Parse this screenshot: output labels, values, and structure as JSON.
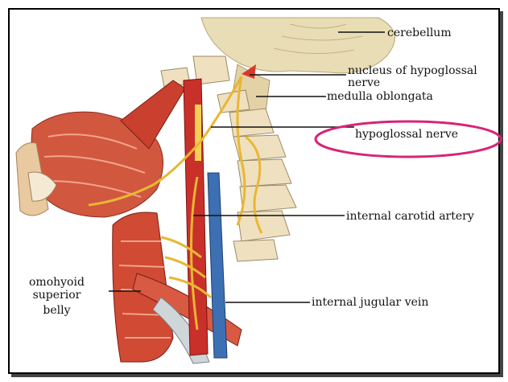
{
  "labels": {
    "cerebellum": "cerebellum",
    "nucleus_line1": "nucleus of hypoglossal",
    "nucleus_line2": "nerve",
    "medulla": "medulla oblongata",
    "hypoglossal": "hypoglossal nerve",
    "internal_carotid": "internal carotid artery",
    "internal_jugular": "internal jugular vein",
    "omohyoid_line1": "omohyoid",
    "omohyoid_line2": "superior",
    "omohyoid_line3": "belly"
  },
  "colors": {
    "highlight_ellipse": "#d6247a",
    "muscle": "#c9402e",
    "muscle_light": "#e58a6e",
    "bone": "#efe0c0",
    "brain": "#e9ddb6",
    "nerve": "#e8b733",
    "artery": "#c9302a",
    "vein": "#3d6fb3"
  }
}
